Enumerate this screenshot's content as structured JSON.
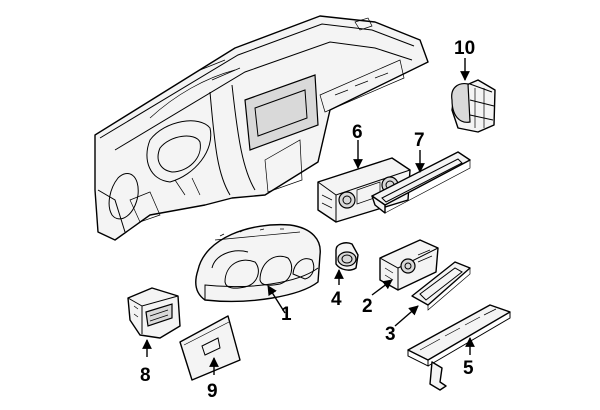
{
  "callouts": {
    "c1": "1",
    "c2": "2",
    "c3": "3",
    "c4": "4",
    "c5": "5",
    "c6": "6",
    "c7": "7",
    "c8": "8",
    "c9": "9",
    "c10": "10"
  },
  "colors": {
    "line": "#000000",
    "fill": "#f4f4f4",
    "shade": "#d9d9d9",
    "background": "#ffffff"
  }
}
